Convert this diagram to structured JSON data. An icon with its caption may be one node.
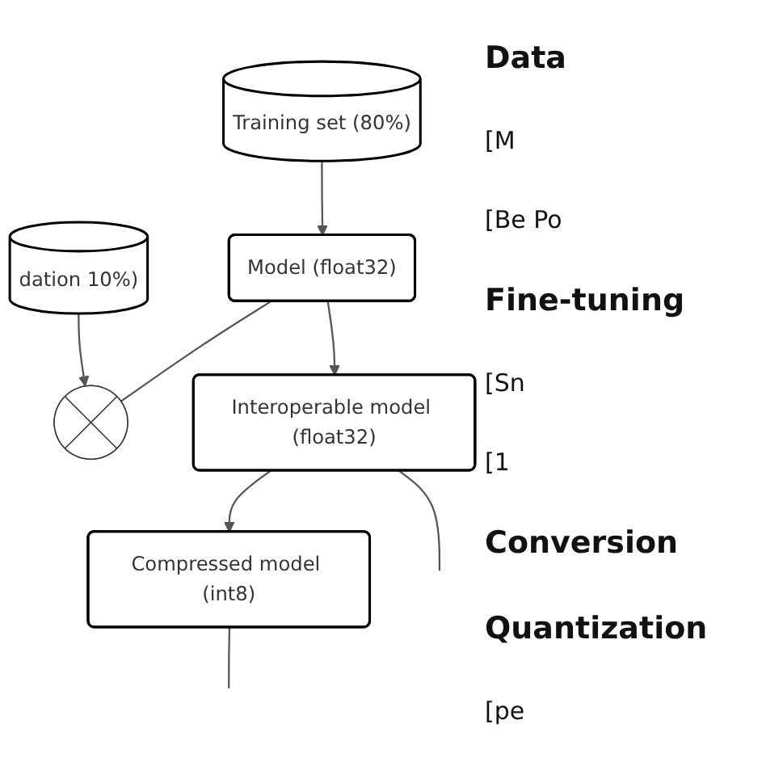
{
  "diagram": {
    "nodes": [
      {
        "text": [
          "dation 10%)"
        ]
      },
      {
        "text": [
          "Training set (80%)"
        ]
      },
      {
        "text": [
          "Model (float32)"
        ]
      },
      {
        "text": [
          "Interoperable model (float32)"
        ]
      },
      {
        "text": [
          "Compressed model (int8)"
        ]
      },
      {
        "text": [],
        "shape": "circle"
      }
    ],
    "edges": [
      {
        "from": 1,
        "to": 2,
        "arrow": "to"
      },
      {
        "from": 0,
        "to": 5,
        "arrow": "to"
      },
      {
        "from": 2,
        "to": 5,
        "arrow": "none"
      },
      {
        "from": 2,
        "to": 3,
        "arrow": "to"
      },
      {
        "from": 3,
        "to": 4,
        "arrow": "to"
      },
      {
        "from": 3,
        "to": null,
        "arrow": "none"
      },
      {
        "from": 4,
        "to": null,
        "arrow": "none"
      }
    ],
    "labels": [
      "Data",
      "[M",
      "[Be Po",
      "Fine-tuning",
      "[Sn",
      "[1",
      "Conversion",
      "Quantization",
      "[pe"
    ]
  }
}
